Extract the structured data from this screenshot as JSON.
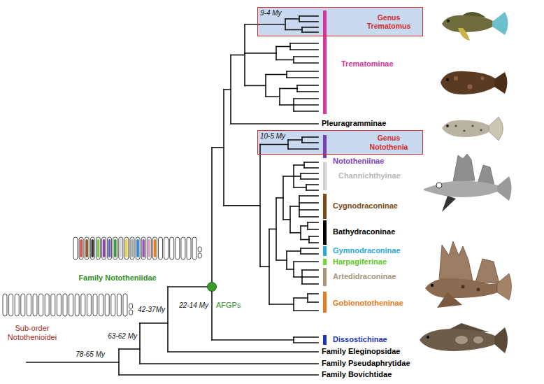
{
  "diagram": {
    "nodes": [
      {
        "text": [
          "9-4 My",
          "Genus Trematomus"
        ]
      },
      {
        "text": [
          "10-5 My",
          "Genus Notothenia"
        ]
      }
    ],
    "labels": [
      "Trematominae",
      "Pleuragramminae",
      "Nototheniinae",
      "Channichthyinae",
      "Cygnodraconinae",
      "Bathydraconinae",
      "Gymnodraconinae",
      "Harpagiferinae",
      "Artedidraconinae",
      "Gobionototheninae",
      "Dissostichinae",
      "Family Nototheniidae",
      "22-14 My",
      "AFGPs",
      "42-37My",
      "63-62 My",
      "78-65 My",
      "Sub-order Notothenioidei",
      "Family Eleginopsidae",
      "Family Pseudaphrytidae",
      "Family Bovichtidae"
    ]
  }
}
